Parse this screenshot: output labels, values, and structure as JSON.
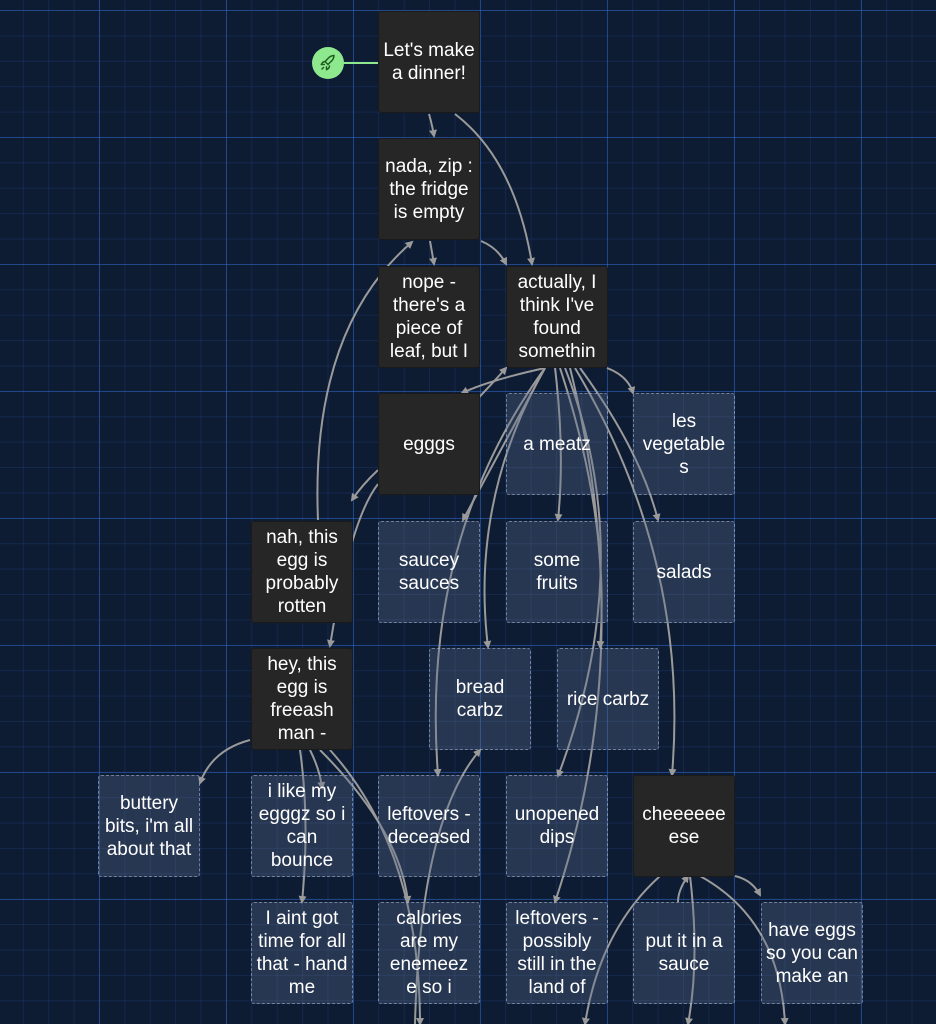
{
  "canvas": {
    "start_icon": "rocket-icon",
    "colors": {
      "background": "#0d1b33",
      "grid": "#3266d2",
      "solid_node": "#262626",
      "ghost_node": "#5f6e8c",
      "edge": "#9a9a9a",
      "start": "#8ee88e"
    }
  },
  "nodes": {
    "root": "Let's make a dinner!",
    "fridge_empty": "nada, zip : the fridge is empty",
    "nope_leaf": "nope - there's a piece of leaf, but I",
    "found_something": "actually, I think I've found somethin",
    "egggs": "egggs",
    "a_meatz": "a meatz",
    "les_vegetables": "les vegetable s",
    "rotten_egg": "nah, this egg is probably rotten",
    "saucey_sauces": "saucey sauces",
    "some_fruits": "some fruits",
    "salads": "salads",
    "fresh_egg": "hey, this egg is freeash man -",
    "bread_carbz": "bread carbz",
    "rice_carbz": "rice carbz",
    "buttery_bits": "buttery bits, i'm all about that",
    "bounce_eggs": "i like my egggz so i can bounce",
    "leftovers_deceased": "leftovers - deceased",
    "unopened_dips": "unopened dips",
    "cheese": "cheeeeee ese",
    "no_time": "I aint got time for all that - hand me",
    "calories": "calories are my enemeez e so i",
    "leftovers_possibly": "leftovers - possibly still in the land of",
    "put_in_sauce": "put it in a sauce",
    "have_eggs": "have eggs so you can make an"
  }
}
